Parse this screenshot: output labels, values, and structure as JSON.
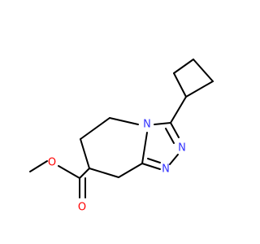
{
  "colors": {
    "background": "#ffffff",
    "bond": "#000000",
    "nitrogen": "#3333ff",
    "oxygen": "#ff0000"
  },
  "atoms": {
    "n_ring_fused": {
      "label": "N",
      "color": "#3333ff"
    },
    "n_triazole_upper": {
      "label": "N",
      "color": "#3333ff"
    },
    "n_triazole_lower": {
      "label": "N",
      "color": "#3333ff"
    },
    "o_ether": {
      "label": "O",
      "color": "#ff0000"
    },
    "o_carbonyl": {
      "label": "O",
      "color": "#ff0000"
    }
  }
}
